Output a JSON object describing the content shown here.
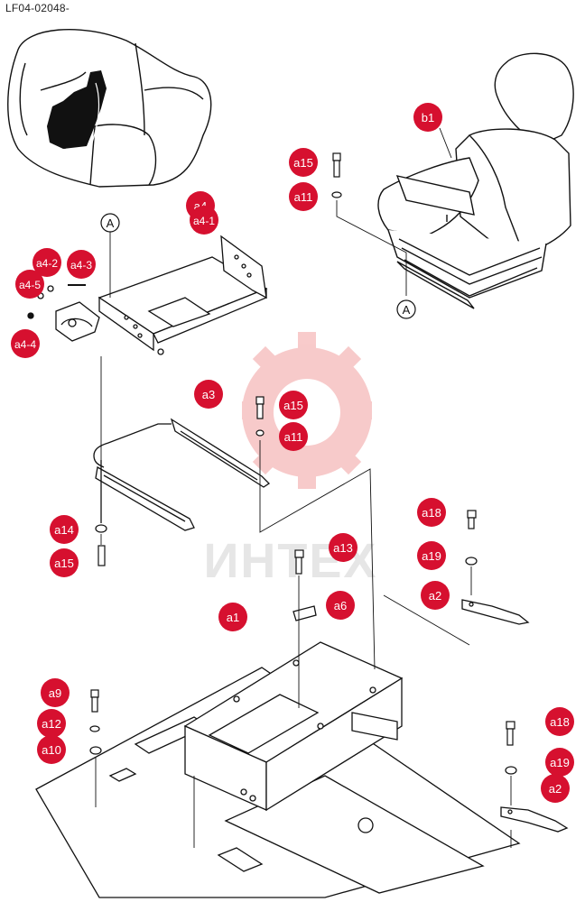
{
  "document_code": "LF04-02048-",
  "watermark_text": "ИНТЕХ",
  "colors": {
    "callout": "#d6102f",
    "line": "#111111",
    "watermark": "#f2a0a0"
  },
  "ref_marker": "A",
  "callouts": {
    "b1": "b1",
    "a15_top": "a15",
    "a11_top": "a11",
    "a4": "a4",
    "a4_1": "a4-1",
    "a4_2": "a4-2",
    "a4_3": "a4-3",
    "a4_4": "a4-4",
    "a4_5": "a4-5",
    "a3": "a3",
    "a15_mid": "a15",
    "a11_mid": "a11",
    "a14": "a14",
    "a15_low": "a15",
    "a13": "a13",
    "a6": "a6",
    "a18_top": "a18",
    "a19_top": "a19",
    "a2_top": "a2",
    "a1": "a1",
    "a9": "a9",
    "a12": "a12",
    "a10": "a10",
    "a18_bot": "a18",
    "a19_bot": "a19",
    "a2_bot": "a2"
  }
}
